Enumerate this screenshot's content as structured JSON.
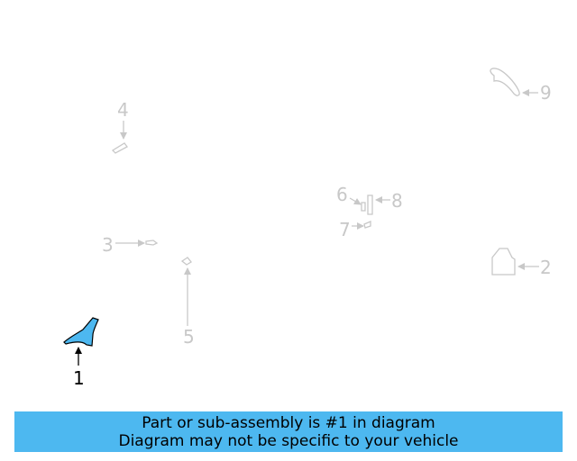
{
  "colors": {
    "highlight": "#4db8f0",
    "faded": "#c8c8c8",
    "banner": "#4db8f0"
  },
  "callouts": {
    "c1": "1",
    "c2": "2",
    "c3": "3",
    "c4": "4",
    "c5": "5",
    "c6": "6",
    "c7": "7",
    "c8": "8",
    "c9": "9"
  },
  "banner": {
    "line1": "Part or sub-assembly is #1 in diagram",
    "line2": "Diagram may not be specific to your vehicle"
  }
}
